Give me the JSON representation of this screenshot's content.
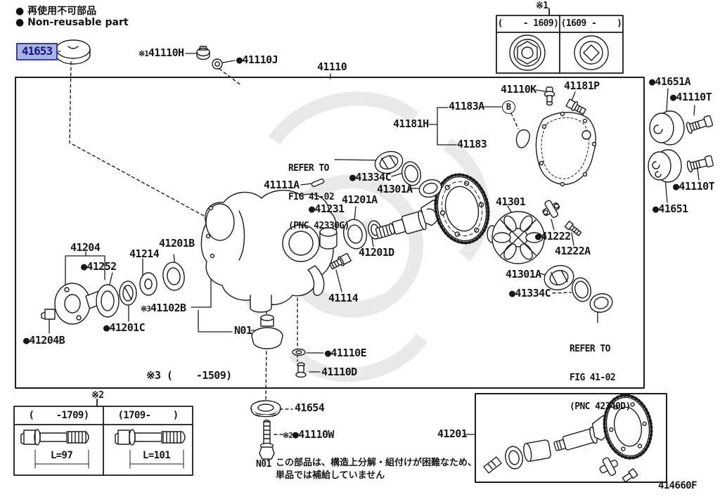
{
  "legend": {
    "line1": "● 再使用不可部品",
    "line2": "● Non-reusable part"
  },
  "highlight": {
    "part": "41653",
    "bg": "#a9b2e4",
    "border": "#3c3c9c",
    "text": "#15157e"
  },
  "ref_tables": {
    "t1": {
      "marker": "※1",
      "col1": "(    - 1609)",
      "col2": "(1609 -    )"
    },
    "t2": {
      "marker": "※2",
      "col1": "(    -1709)",
      "col2": "(1709-    )",
      "dim1": "L=97",
      "dim2": "L=101"
    }
  },
  "labels": {
    "p41110": "41110",
    "m41110H": "※1",
    "p41110H": "41110H",
    "p41110J": "●41110J",
    "p41110K": "41110K",
    "p41181P": "41181P",
    "p41183A": "41183A",
    "bref": "B",
    "p41181H": "41181H",
    "p41183": "41183",
    "p41334C": "●41334C",
    "p41301A": "41301A",
    "p41111A": "41111A",
    "p41231": "●41231",
    "p41201A": "41201A",
    "p41301": "41301",
    "p41222": "●41222",
    "p41222A": "41222A",
    "p41201D": "41201D",
    "p41204": "41204",
    "p41252": "●41252",
    "p41214": "41214",
    "p41201B": "41201B",
    "m41102B": "※3",
    "p41102B": "41102B",
    "p41201C": "●41201C",
    "p41204B": "●41204B",
    "p41114": "41114",
    "pN01": "N01",
    "p41110E": "●41110E",
    "p41110D": "41110D",
    "p41301A2": "41301A",
    "p41334C2": "●41334C",
    "p1509": "※3 (    -1509)",
    "p41654": "41654",
    "m41110W": "※2",
    "p41110W": "●41110W",
    "p41201": "41201",
    "p41651A": "●41651A",
    "p41110T1": "●41110T",
    "p41110T2": "●41110T",
    "p41651": "●41651"
  },
  "refer1": {
    "l1": "REFER TO",
    "l2": "FIG 41-02",
    "l3": "(PNC 42330G)"
  },
  "refer2": {
    "l1": "REFER TO",
    "l2": "FIG 41-02",
    "l3": "(PNC 42340D)"
  },
  "note": {
    "code": "N01",
    "line1": "この部品は、構造上分解・組付けが困難なため、",
    "line2": "単品では補給していません"
  },
  "footer": {
    "doc": "414660F"
  }
}
